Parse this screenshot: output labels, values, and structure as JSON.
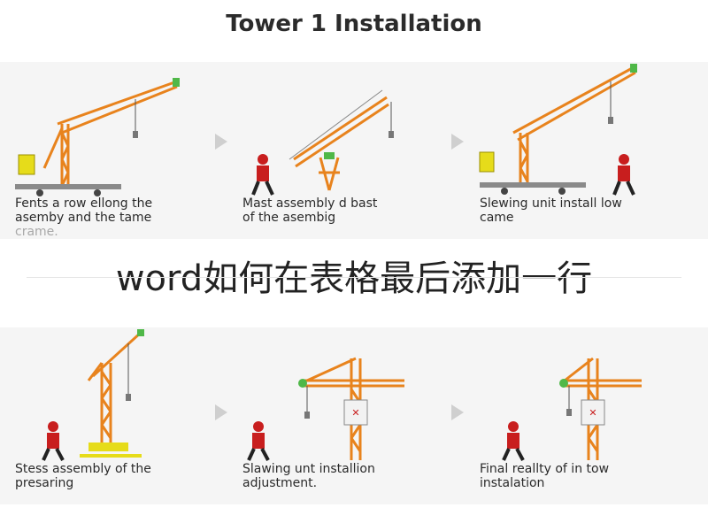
{
  "title": "Tower 1 Installation",
  "watermark": "word如何在表格最后添加一行",
  "panels": [
    {
      "caption": [
        "Fents a row ellong the",
        "asemby and the tame",
        "crame."
      ]
    },
    {
      "caption": [
        "Mast assembly d bast",
        "of the asembig"
      ]
    },
    {
      "caption": [
        "Slewing unit install low",
        "came"
      ]
    },
    {
      "caption": [
        "Stess assembly of the",
        "presaring"
      ]
    },
    {
      "caption": [
        "Slawing unt installion",
        "adjustment."
      ]
    },
    {
      "caption": [
        "Final reallty of in tow",
        "instalation"
      ]
    }
  ],
  "colors": {
    "crane": "#e8831d",
    "worker": "#c81e1e",
    "cab": "#e6dc1a",
    "tip": "#4fb848"
  }
}
